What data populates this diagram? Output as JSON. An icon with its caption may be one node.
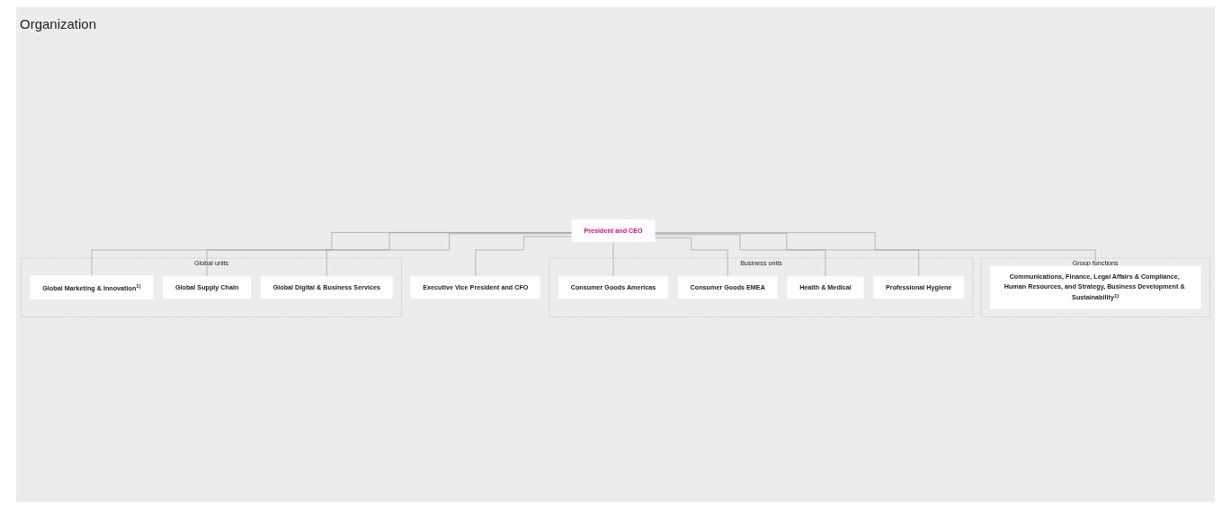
{
  "diagram": {
    "title": "Organization",
    "nodes": [
      {
        "text": [
          "President and CEO"
        ]
      },
      {
        "text": [
          "Group functions"
        ]
      },
      {
        "text": [
          "Communications, Finance, Legal Affairs & Compliance, Human Resources, and Strategy, Business Development & Sustainability$^{1)}$"
        ],
        "in": 1
      },
      {
        "text": [
          "Executive Vice President and CFO"
        ]
      },
      {
        "text": [
          "Business units"
        ]
      },
      {
        "text": [
          "Consumer Goods Americas"
        ],
        "in": 4
      },
      {
        "text": [
          "Consumer Goods EMEA"
        ],
        "in": 4
      },
      {
        "text": [
          "Health & Medical"
        ],
        "in": 4
      },
      {
        "text": [
          "Professional Hygiene"
        ],
        "in": 4
      },
      {
        "text": [
          "Global units"
        ]
      },
      {
        "text": [
          "Global Marketing & Innovation$^{1)}$"
        ],
        "in": 9
      },
      {
        "text": [
          "Global Supply Chain"
        ],
        "in": 9
      },
      {
        "text": [
          "Global Digital & Business Services"
        ],
        "in": 9
      }
    ],
    "edges": [
      {
        "from": 0,
        "to": 3,
        "arrow": "none"
      },
      {
        "from": 0,
        "to": 2,
        "arrow": "none"
      },
      {
        "from": 0,
        "to": 5,
        "arrow": "none"
      },
      {
        "from": 0,
        "to": 6,
        "arrow": "none"
      },
      {
        "from": 0,
        "to": 7,
        "arrow": "none"
      },
      {
        "from": 0,
        "to": 8,
        "arrow": "none"
      },
      {
        "from": 0,
        "to": 10,
        "arrow": "none"
      },
      {
        "from": 0,
        "to": 11,
        "arrow": "none"
      },
      {
        "from": 0,
        "to": 12,
        "arrow": "none"
      }
    ]
  }
}
